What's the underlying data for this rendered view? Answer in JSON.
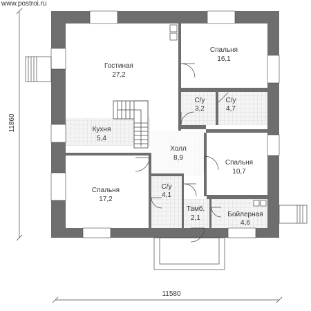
{
  "site": {
    "url": "www.postroi.ru"
  },
  "dimensions": {
    "width": "11580",
    "height": "11860"
  },
  "rooms": [
    {
      "name": "Гостиная",
      "area": "27,2"
    },
    {
      "name": "Спальня",
      "area": "16,1"
    },
    {
      "name": "С/у",
      "area": "3,2"
    },
    {
      "name": "С/у",
      "area": "4,7"
    },
    {
      "name": "Кухня",
      "area": "5,4"
    },
    {
      "name": "Холл",
      "area": "8,9"
    },
    {
      "name": "Спальня",
      "area": "10,7"
    },
    {
      "name": "Спальня",
      "area": "17,2"
    },
    {
      "name": "С/у",
      "area": "4,1"
    },
    {
      "name": "Тамб.",
      "area": "2,1"
    },
    {
      "name": "Бойлерная",
      "area": "4,6"
    }
  ],
  "colors": {
    "wall": "#6e6e6e",
    "tile": "#d8d8d8",
    "tile_bg": "#f4f4f4",
    "line": "#444444",
    "room_bg": "#ffffff"
  }
}
